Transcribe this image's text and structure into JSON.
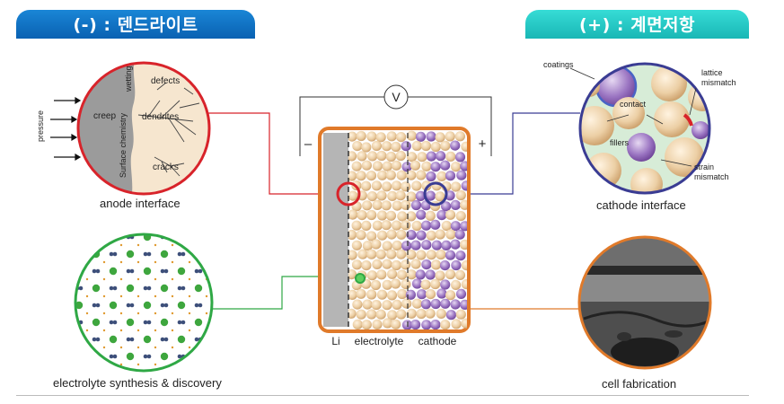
{
  "tabs": {
    "left": "(-) : 덴드라이트",
    "right": "(+) : 계면저항"
  },
  "captions": {
    "anode": "anode interface",
    "cathode": "cathode interface",
    "electrolyte_synthesis": "electrolyte synthesis & discovery",
    "cell_fabrication": "cell fabrication"
  },
  "anode_labels": {
    "pressure": "pressure",
    "wetting": "wetting",
    "defects": "defects",
    "creep": "creep",
    "dendrites": "dendrites",
    "surface_chemistry": "Surface chemistry",
    "cracks": "cracks"
  },
  "cathode_labels": {
    "coatings": "coatings",
    "lattice_mismatch_1": "lattice",
    "lattice_mismatch_2": "mismatch",
    "contact": "contact",
    "fillers": "fillers",
    "strain_mismatch_1": "strain",
    "strain_mismatch_2": "mismatch"
  },
  "cell": {
    "voltmeter": "V",
    "minus": "–",
    "plus": "+",
    "label_li": "Li",
    "label_electrolyte": "electrolyte",
    "label_cathode": "cathode"
  },
  "colors": {
    "anode_ring": "#d8232a",
    "cathode_ring": "#3a3c93",
    "electrolyte_ring": "#2fa845",
    "cell_border": "#e07a2a",
    "tab_left": "#0a62b3",
    "tab_right": "#1ab8b6"
  }
}
